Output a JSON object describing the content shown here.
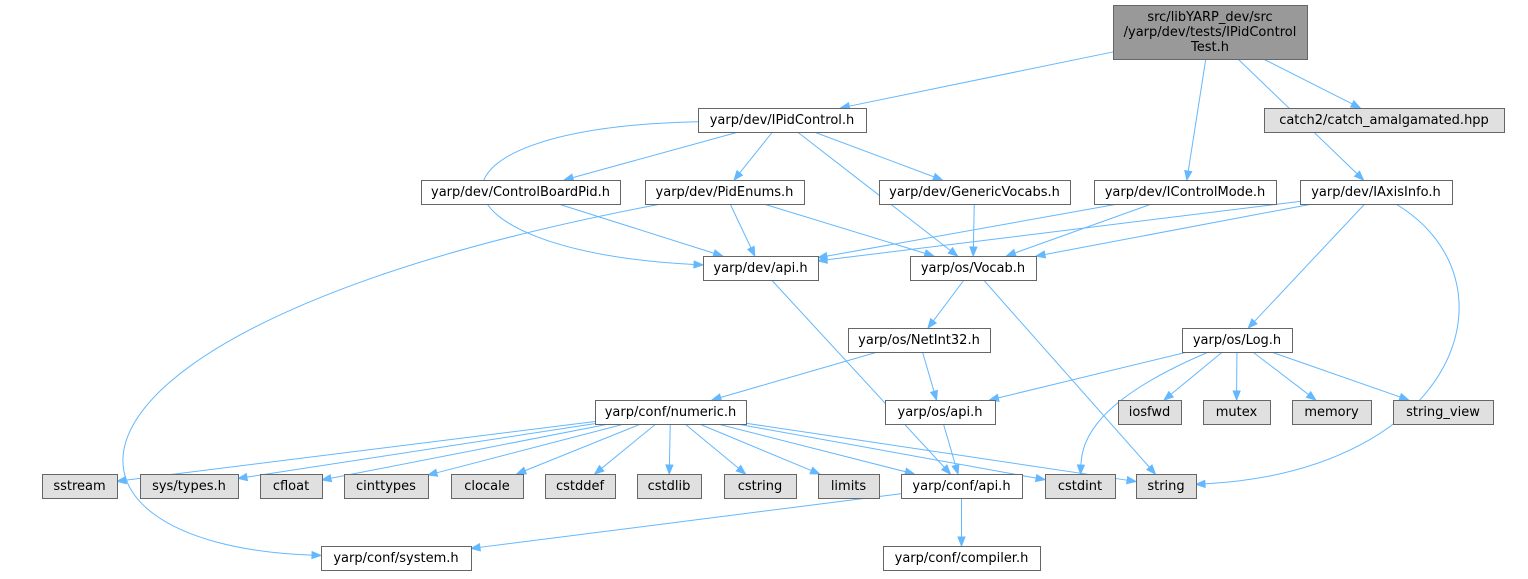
{
  "colors": {
    "root_fill": "#999999",
    "file_fill": "#ffffff",
    "system_fill": "#e0e0e0",
    "edge": "#63b8ff",
    "border": "#666666"
  },
  "nodes": [
    {
      "id": "root",
      "lines": [
        "src/libYARP_dev/src",
        "/yarp/dev/tests/IPidControl",
        "Test.h"
      ],
      "kind": "root"
    },
    {
      "id": "IPidControl",
      "lines": [
        "yarp/dev/IPidControl.h"
      ],
      "kind": "file"
    },
    {
      "id": "catch2",
      "lines": [
        "catch2/catch_amalgamated.hpp"
      ],
      "kind": "system"
    },
    {
      "id": "ControlBoardPid",
      "lines": [
        "yarp/dev/ControlBoardPid.h"
      ],
      "kind": "file"
    },
    {
      "id": "PidEnums",
      "lines": [
        "yarp/dev/PidEnums.h"
      ],
      "kind": "file"
    },
    {
      "id": "GenericVocabs",
      "lines": [
        "yarp/dev/GenericVocabs.h"
      ],
      "kind": "file"
    },
    {
      "id": "IControlMode",
      "lines": [
        "yarp/dev/IControlMode.h"
      ],
      "kind": "file"
    },
    {
      "id": "IAxisInfo",
      "lines": [
        "yarp/dev/IAxisInfo.h"
      ],
      "kind": "file"
    },
    {
      "id": "devapi",
      "lines": [
        "yarp/dev/api.h"
      ],
      "kind": "file"
    },
    {
      "id": "Vocab",
      "lines": [
        "yarp/os/Vocab.h"
      ],
      "kind": "file"
    },
    {
      "id": "NetInt32",
      "lines": [
        "yarp/os/NetInt32.h"
      ],
      "kind": "file"
    },
    {
      "id": "Log",
      "lines": [
        "yarp/os/Log.h"
      ],
      "kind": "file"
    },
    {
      "id": "numeric",
      "lines": [
        "yarp/conf/numeric.h"
      ],
      "kind": "file"
    },
    {
      "id": "osapi",
      "lines": [
        "yarp/os/api.h"
      ],
      "kind": "file"
    },
    {
      "id": "iosfwd",
      "lines": [
        "iosfwd"
      ],
      "kind": "system"
    },
    {
      "id": "mutex",
      "lines": [
        "mutex"
      ],
      "kind": "system"
    },
    {
      "id": "memory",
      "lines": [
        "memory"
      ],
      "kind": "system"
    },
    {
      "id": "string_view",
      "lines": [
        "string_view"
      ],
      "kind": "system"
    },
    {
      "id": "sstream",
      "lines": [
        "sstream"
      ],
      "kind": "system"
    },
    {
      "id": "systypes",
      "lines": [
        "sys/types.h"
      ],
      "kind": "system"
    },
    {
      "id": "cfloat",
      "lines": [
        "cfloat"
      ],
      "kind": "system"
    },
    {
      "id": "cinttypes",
      "lines": [
        "cinttypes"
      ],
      "kind": "system"
    },
    {
      "id": "clocale",
      "lines": [
        "clocale"
      ],
      "kind": "system"
    },
    {
      "id": "cstddef",
      "lines": [
        "cstddef"
      ],
      "kind": "system"
    },
    {
      "id": "cstdlib",
      "lines": [
        "cstdlib"
      ],
      "kind": "system"
    },
    {
      "id": "cstring",
      "lines": [
        "cstring"
      ],
      "kind": "system"
    },
    {
      "id": "limits",
      "lines": [
        "limits"
      ],
      "kind": "system"
    },
    {
      "id": "confapi",
      "lines": [
        "yarp/conf/api.h"
      ],
      "kind": "file"
    },
    {
      "id": "cstdint",
      "lines": [
        "cstdint"
      ],
      "kind": "system"
    },
    {
      "id": "string",
      "lines": [
        "string"
      ],
      "kind": "system"
    },
    {
      "id": "system",
      "lines": [
        "yarp/conf/system.h"
      ],
      "kind": "file"
    },
    {
      "id": "compiler",
      "lines": [
        "yarp/conf/compiler.h"
      ],
      "kind": "file"
    }
  ],
  "edges": [
    {
      "from": "root",
      "to": "IPidControl"
    },
    {
      "from": "root",
      "to": "catch2"
    },
    {
      "from": "root",
      "to": "IControlMode"
    },
    {
      "from": "root",
      "to": "IAxisInfo"
    },
    {
      "from": "IPidControl",
      "to": "ControlBoardPid"
    },
    {
      "from": "IPidControl",
      "to": "PidEnums"
    },
    {
      "from": "IPidControl",
      "to": "GenericVocabs"
    },
    {
      "from": "IPidControl",
      "to": "devapi"
    },
    {
      "from": "IPidControl",
      "to": "Vocab"
    },
    {
      "from": "ControlBoardPid",
      "to": "devapi"
    },
    {
      "from": "PidEnums",
      "to": "devapi"
    },
    {
      "from": "PidEnums",
      "to": "Vocab"
    },
    {
      "from": "PidEnums",
      "to": "system"
    },
    {
      "from": "GenericVocabs",
      "to": "Vocab"
    },
    {
      "from": "IControlMode",
      "to": "devapi"
    },
    {
      "from": "IControlMode",
      "to": "Vocab"
    },
    {
      "from": "IAxisInfo",
      "to": "devapi"
    },
    {
      "from": "IAxisInfo",
      "to": "Vocab"
    },
    {
      "from": "IAxisInfo",
      "to": "Log"
    },
    {
      "from": "IAxisInfo",
      "to": "string"
    },
    {
      "from": "devapi",
      "to": "confapi"
    },
    {
      "from": "Vocab",
      "to": "NetInt32"
    },
    {
      "from": "Vocab",
      "to": "string"
    },
    {
      "from": "NetInt32",
      "to": "numeric"
    },
    {
      "from": "NetInt32",
      "to": "osapi"
    },
    {
      "from": "Log",
      "to": "osapi"
    },
    {
      "from": "Log",
      "to": "iosfwd"
    },
    {
      "from": "Log",
      "to": "mutex"
    },
    {
      "from": "Log",
      "to": "memory"
    },
    {
      "from": "Log",
      "to": "string_view"
    },
    {
      "from": "Log",
      "to": "cstdint"
    },
    {
      "from": "osapi",
      "to": "confapi"
    },
    {
      "from": "numeric",
      "to": "sstream"
    },
    {
      "from": "numeric",
      "to": "systypes"
    },
    {
      "from": "numeric",
      "to": "cfloat"
    },
    {
      "from": "numeric",
      "to": "cinttypes"
    },
    {
      "from": "numeric",
      "to": "clocale"
    },
    {
      "from": "numeric",
      "to": "cstddef"
    },
    {
      "from": "numeric",
      "to": "cstdlib"
    },
    {
      "from": "numeric",
      "to": "cstring"
    },
    {
      "from": "numeric",
      "to": "limits"
    },
    {
      "from": "numeric",
      "to": "confapi"
    },
    {
      "from": "numeric",
      "to": "cstdint"
    },
    {
      "from": "numeric",
      "to": "string"
    },
    {
      "from": "confapi",
      "to": "system"
    },
    {
      "from": "confapi",
      "to": "compiler"
    }
  ]
}
